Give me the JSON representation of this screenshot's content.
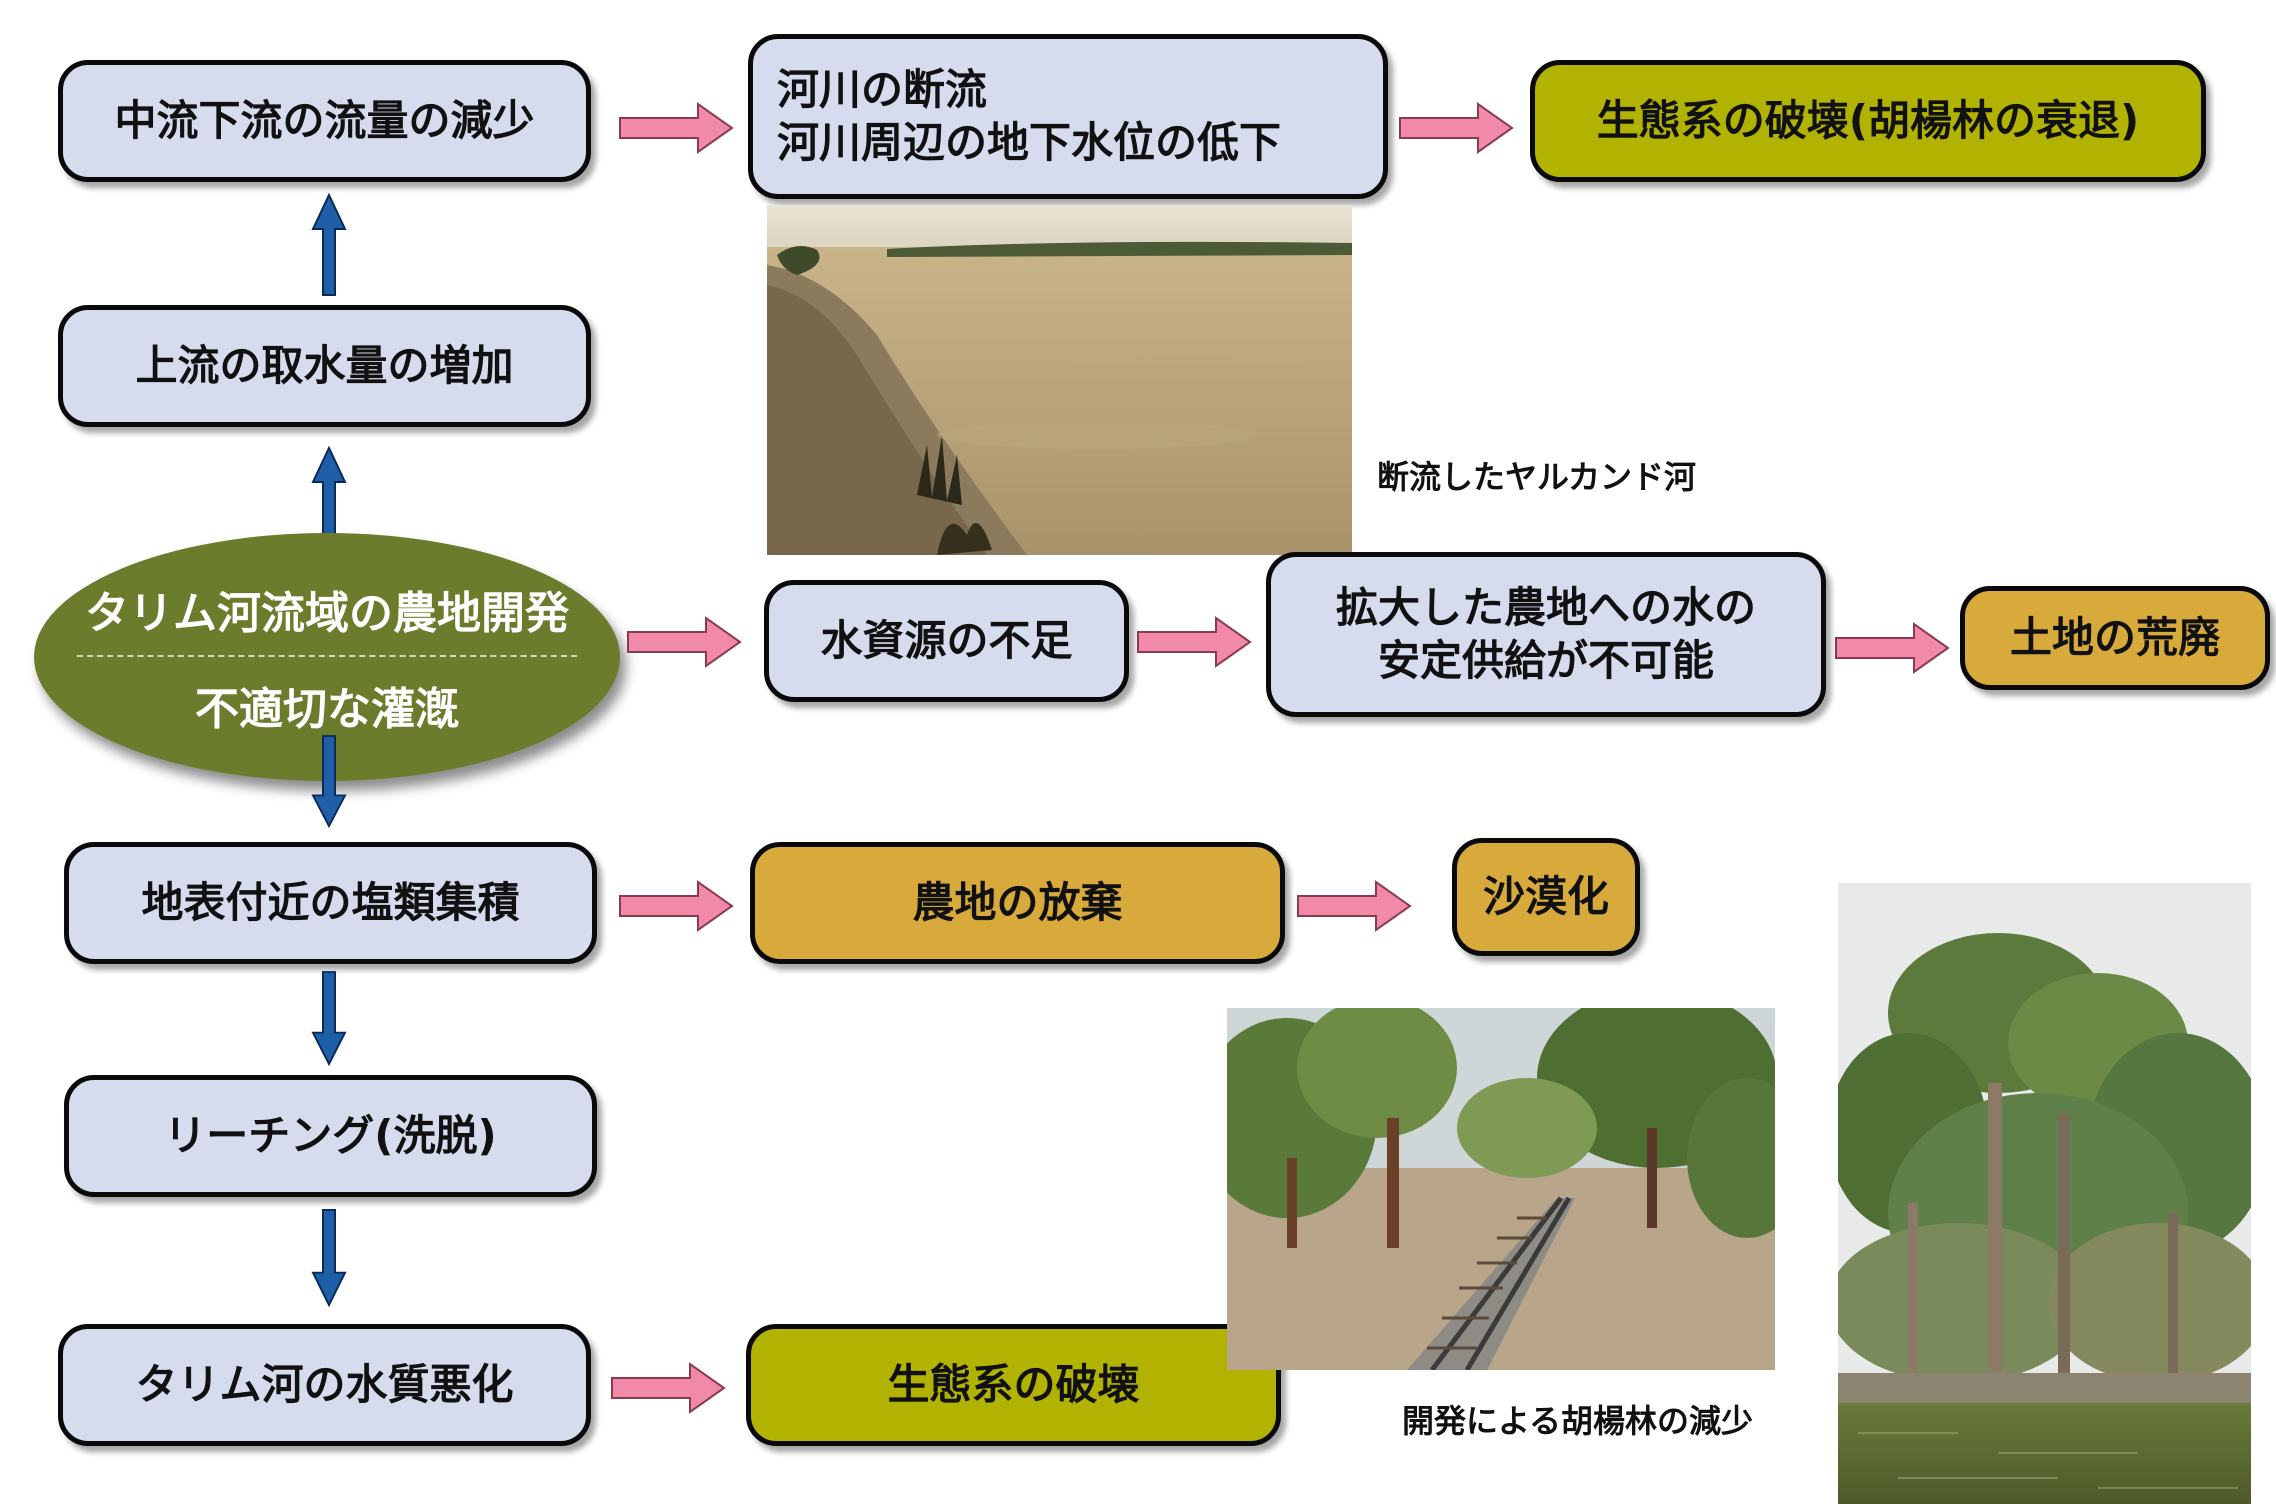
{
  "colors": {
    "box_blue": "#d6dbee",
    "box_olive": "#b2b300",
    "box_gold": "#d8aa3c",
    "ellipse_green": "#6b7d2d",
    "arrow_pink": "#f08aa8",
    "arrow_blue": "#1e5fa8"
  },
  "boxes": {
    "midstream_flow_decrease": "中流下流の流量の減少",
    "river_cutoff_line1": "河川の断流",
    "river_cutoff_line2": "河川周辺の地下水位の低下",
    "ecosystem_destruction_poplar": "生態系の破壊(胡楊林の衰退)",
    "upstream_intake_increase": "上流の取水量の増加",
    "water_shortage": "水資源の不足",
    "unstable_supply_line1": "拡大した農地への水の",
    "unstable_supply_line2": "安定供給が不可能",
    "land_degradation": "土地の荒廃",
    "salt_accumulation": "地表付近の塩類集積",
    "farmland_abandonment": "農地の放棄",
    "desertification": "沙漠化",
    "leaching": "リーチング(洗脱)",
    "water_quality_deterioration": "タリム河の水質悪化",
    "ecosystem_destruction": "生態系の破壊"
  },
  "ellipse": {
    "line1": "タリム河流域の農地開発",
    "line2": "不適切な灌漑"
  },
  "captions": {
    "dry_river": "断流したヤルカンド河",
    "poplar_decrease": "開発による胡楊林の減少"
  },
  "icons": {
    "flow_arrow": "right-arrow-icon",
    "up_arrow": "up-arrow-icon",
    "down_arrow": "down-arrow-icon"
  }
}
